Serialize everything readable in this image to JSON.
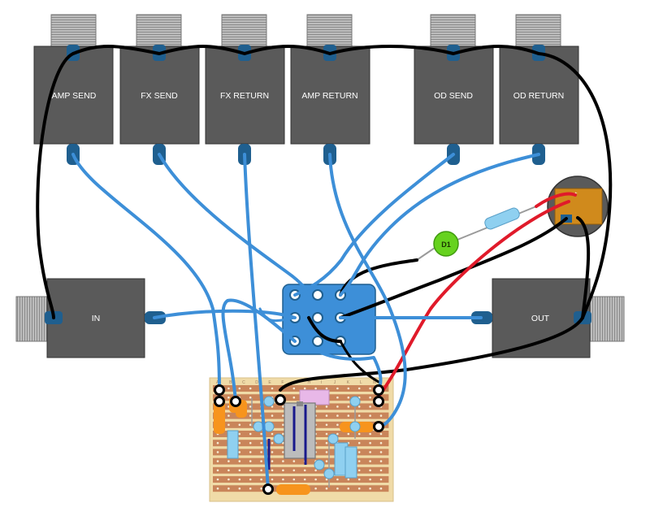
{
  "jacks": {
    "amp_send": "AMP SEND",
    "fx_send": "FX SEND",
    "fx_return": "FX RETURN",
    "amp_return": "AMP RETURN",
    "od_send": "OD SEND",
    "od_return": "OD RETURN",
    "in": "IN",
    "out": "OUT"
  },
  "led_label": "D1",
  "stripboard_columns": [
    "A",
    "B",
    "C",
    "D",
    "E",
    "F",
    "G",
    "H",
    "I",
    "J",
    "K",
    "L",
    "M"
  ],
  "colors": {
    "jack_body": "#5a5a5a",
    "jack_lug": "#1f5f8f",
    "wire_blue": "#3d8fd8",
    "wire_black": "#000000",
    "wire_red": "#e01a2a",
    "stripboard_bg": "#f0dba8",
    "copper_strip": "#c9855a",
    "footswitch": "#3d8fd8",
    "led": "#66d21e",
    "dc_jack_pcb": "#d08a1c"
  }
}
